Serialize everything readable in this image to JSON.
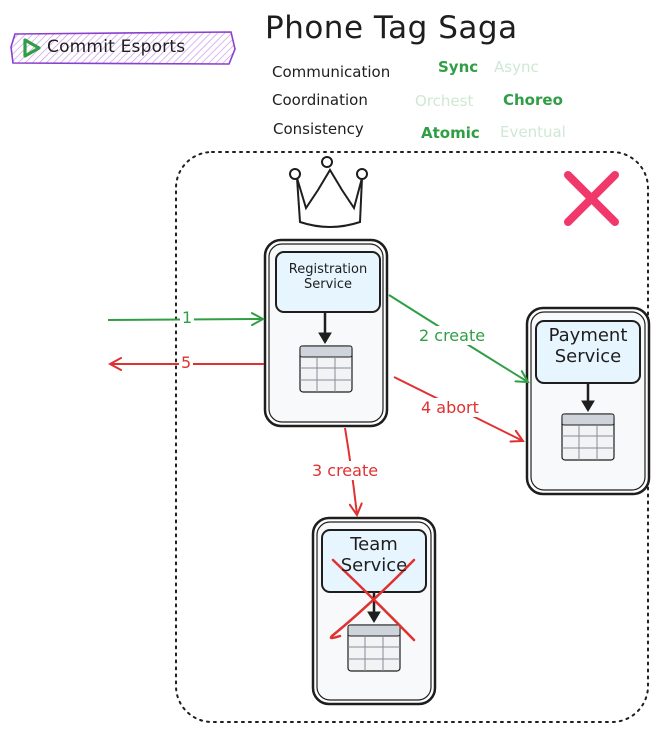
{
  "logo": {
    "text": "Commit Esports"
  },
  "title": "Phone Tag Saga",
  "properties": [
    {
      "label": "Communication",
      "options": [
        {
          "text": "Sync",
          "active": true
        },
        {
          "text": "Async",
          "active": false
        }
      ]
    },
    {
      "label": "Coordination",
      "options": [
        {
          "text": "Orchest",
          "active": false
        },
        {
          "text": "Choreo",
          "active": true
        }
      ]
    },
    {
      "label": "Consistency",
      "options": [
        {
          "text": "Atomic",
          "active": true
        },
        {
          "text": "Eventual",
          "active": false
        }
      ]
    }
  ],
  "services": {
    "registration": {
      "line1": "Registration",
      "line2": "Service"
    },
    "payment": {
      "line1": "Payment",
      "line2": "Service"
    },
    "team": {
      "line1": "Team",
      "line2": "Service"
    }
  },
  "edges": {
    "e1": "1",
    "e5": "5",
    "e2": "2 create",
    "e4": "4 abort",
    "e3": "3 create"
  },
  "colors": {
    "green": "#2f9e44",
    "red": "#e03131",
    "pink": "#f0386b",
    "service_fill": "#e7f5ff",
    "logo_purple": "#8a3fcf"
  }
}
